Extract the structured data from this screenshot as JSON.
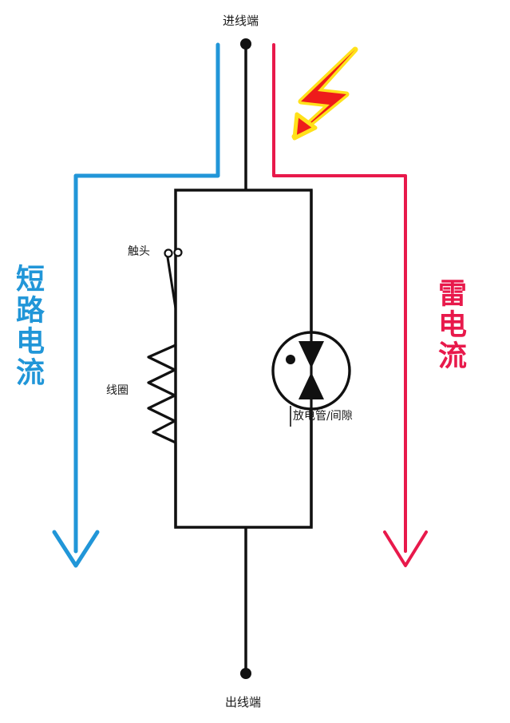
{
  "diagram": {
    "title": "SPD surge protective device schematic",
    "terminals": {
      "incoming_label": "进线端",
      "outgoing_label": "出线端"
    },
    "components": {
      "contact_label": "触头",
      "coil_label": "线圈",
      "discharge_label": "放电管/间隙"
    },
    "currents": {
      "short_circuit_label": "短路电流",
      "lightning_label": "雷电流"
    },
    "icons": {
      "lightning_bolt": "lightning-bolt-icon",
      "short_circuit_arrow": "arrow-down-icon",
      "lightning_arrow": "arrow-down-icon",
      "spark_gap": "spark-gap-icon",
      "coil": "coil-zigzag-icon",
      "switch_contact": "switch-contact-icon"
    },
    "colors": {
      "short_circuit": "#2196d8",
      "lightning": "#e8194b",
      "wire": "#111111",
      "bolt_fill": "#ee1b1b",
      "bolt_stroke": "#ffe11a",
      "background": "#ffffff"
    }
  }
}
